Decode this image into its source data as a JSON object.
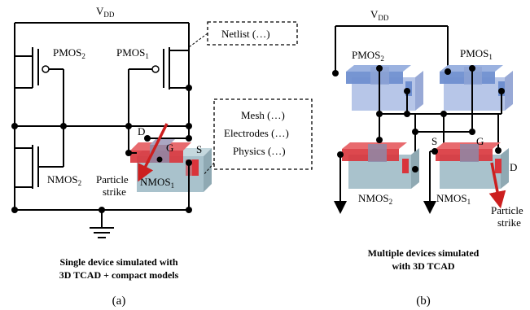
{
  "left": {
    "vdd": "V",
    "vdd_sub": "DD",
    "pmos2": "PMOS",
    "pmos2_sub": "2",
    "pmos1": "PMOS",
    "pmos1_sub": "1",
    "nmos2": "NMOS",
    "nmos2_sub": "2",
    "nmos1": "NMOS",
    "nmos1_sub": "1",
    "netlist": "Netlist (…)",
    "mesh": "Mesh (…)",
    "electrodes": "Electrodes (…)",
    "physics": "Physics (…)",
    "term_d": "D",
    "term_g": "G",
    "term_s": "S",
    "particle_1": "Particle",
    "particle_2": "strike",
    "caption_1": "Single device simulated with",
    "caption_2": "3D TCAD + compact models",
    "label": "(a)"
  },
  "right": {
    "vdd": "V",
    "vdd_sub": "DD",
    "pmos2": "PMOS",
    "pmos2_sub": "2",
    "pmos1": "PMOS",
    "pmos1_sub": "1",
    "nmos2": "NMOS",
    "nmos2_sub": "2",
    "nmos1": "NMOS",
    "nmos1_sub": "1",
    "term_s": "S",
    "term_g": "G",
    "term_d": "D",
    "particle_1": "Particle",
    "particle_2": "strike",
    "caption_1": "Multiple devices simulated",
    "caption_2": "with 3D TCAD",
    "label": "(b)"
  },
  "colors": {
    "pmos_blue": "#6f8fd0",
    "nmos_red": "#d9343b",
    "substrate_nmos": "#a9c2cc",
    "substrate_pmos": "#b7c6e8",
    "arrow_red": "#cc1f1f"
  }
}
